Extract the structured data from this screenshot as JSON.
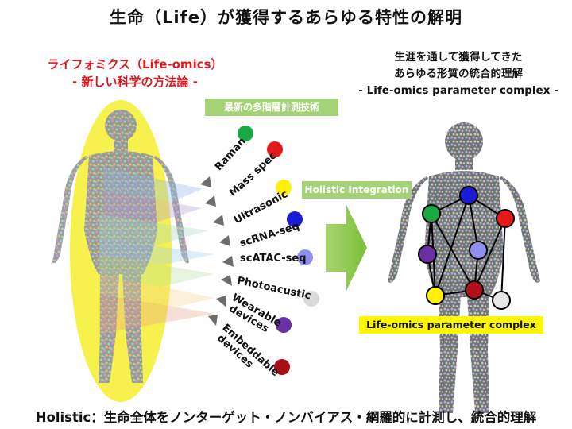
{
  "title": "生命（Life）が獲得するあらゆる特性の解明",
  "left_heading": {
    "line1": "ライフォミクス（Life-omics）",
    "line2": "- 新しい科学の方法論 -"
  },
  "right_heading": {
    "line1": "生涯を通して獲得してきた",
    "line2": "あらゆる形質の統合的理解",
    "line3": "- Life-omics parameter complex -"
  },
  "tech_banner": "最新の多階層計測技術",
  "holistic_banner": "Holistic Integration",
  "complex_banner": "Life-omics parameter complex",
  "technologies": [
    {
      "label": "Raman",
      "color": "#1aa843"
    },
    {
      "label": "Mass spec",
      "color": "#e3191b"
    },
    {
      "label": "Ultrasonic",
      "color": "#fff100"
    },
    {
      "label": "scRNA-seq",
      "color": "#1b1bd8"
    },
    {
      "label": "scATAC-seq",
      "color": "#8f8ff0"
    },
    {
      "label": "Photoacustic",
      "color": "#dadada"
    },
    {
      "label": "Wearable devices",
      "label_line1": "Wearable",
      "label_line2": "devices",
      "color": "#6b2fa6"
    },
    {
      "label": "Embeddable devices",
      "label_line1": "Embeddable",
      "label_line2": "devices",
      "color": "#a40e16"
    }
  ],
  "network_nodes": [
    {
      "id": "blue",
      "color": "#1b1bd8"
    },
    {
      "id": "green",
      "color": "#1aa843"
    },
    {
      "id": "red",
      "color": "#e3191b"
    },
    {
      "id": "purple",
      "color": "#6b2fa6"
    },
    {
      "id": "lavender",
      "color": "#8f8ff0"
    },
    {
      "id": "yellow",
      "color": "#fff100"
    },
    {
      "id": "darkred",
      "color": "#b0101a"
    },
    {
      "id": "white",
      "color": "#e8e8e8"
    }
  ],
  "colors": {
    "accent_red": "#e0161e",
    "banner_green": "#a6d277",
    "arrow_green": "#8cc63f",
    "ellipse_yellow": "#f5f03a",
    "complex_yellow": "#fff700"
  },
  "footer": "Holistic：生命全体をノンターゲット・ノンバイアス・網羅的に計測し、統合的理解"
}
